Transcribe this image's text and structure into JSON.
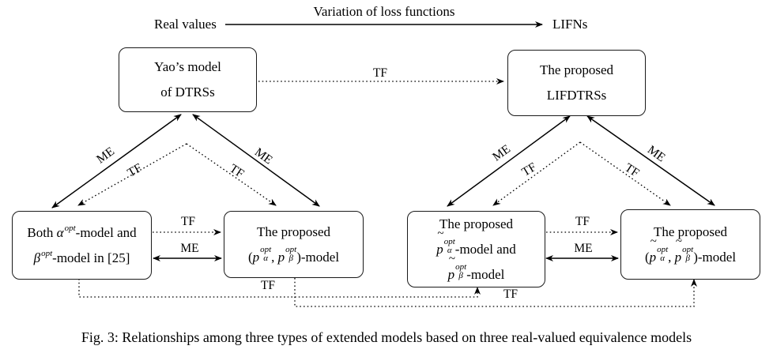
{
  "colors": {
    "ink": "#000000",
    "background": "#ffffff"
  },
  "header": {
    "left_label": "Real values",
    "right_label": "LIFNs",
    "arrow_label": "Variation of loss functions"
  },
  "edge_labels": {
    "tf": "TF",
    "me": "ME"
  },
  "boxes": {
    "yao": {
      "lines": [
        [
          "Yao’s model"
        ],
        [
          "of DTRSs"
        ]
      ]
    },
    "lifdtrs": {
      "lines": [
        [
          "The proposed"
        ],
        [
          "LIFDTRSs"
        ]
      ]
    },
    "alpha_beta": {
      "lines": [
        [
          "Both ",
          {
            "base": "α",
            "sup": "opt"
          },
          "-model and"
        ],
        [
          {
            "base": "β",
            "sup": "opt"
          },
          "-model in [25]"
        ]
      ]
    },
    "p_pair": {
      "lines": [
        [
          "The proposed"
        ],
        [
          "(",
          {
            "base": "p",
            "sup": "opt",
            "sub": "α"
          },
          ", ",
          {
            "base": "p",
            "sup": "opt",
            "sub": "β"
          },
          ")-model"
        ]
      ]
    },
    "p_tilde": {
      "lines": [
        [
          "The proposed"
        ],
        [
          {
            "base": "p",
            "sup": "opt",
            "sub": "α",
            "tilde": true
          },
          "-model and"
        ],
        [
          {
            "base": "p",
            "sup": "opt",
            "sub": "β",
            "tilde": true
          },
          "-model"
        ]
      ]
    },
    "p_tilde_pair": {
      "lines": [
        [
          "The proposed"
        ],
        [
          "(",
          {
            "base": "p",
            "sup": "opt",
            "sub": "α",
            "tilde": true
          },
          ", ",
          {
            "base": "p",
            "sup": "opt",
            "sub": "β",
            "tilde": true
          },
          ")-model"
        ]
      ]
    }
  },
  "caption": "Fig. 3: Relationships among three types of extended models based on three real-valued equivalence models"
}
